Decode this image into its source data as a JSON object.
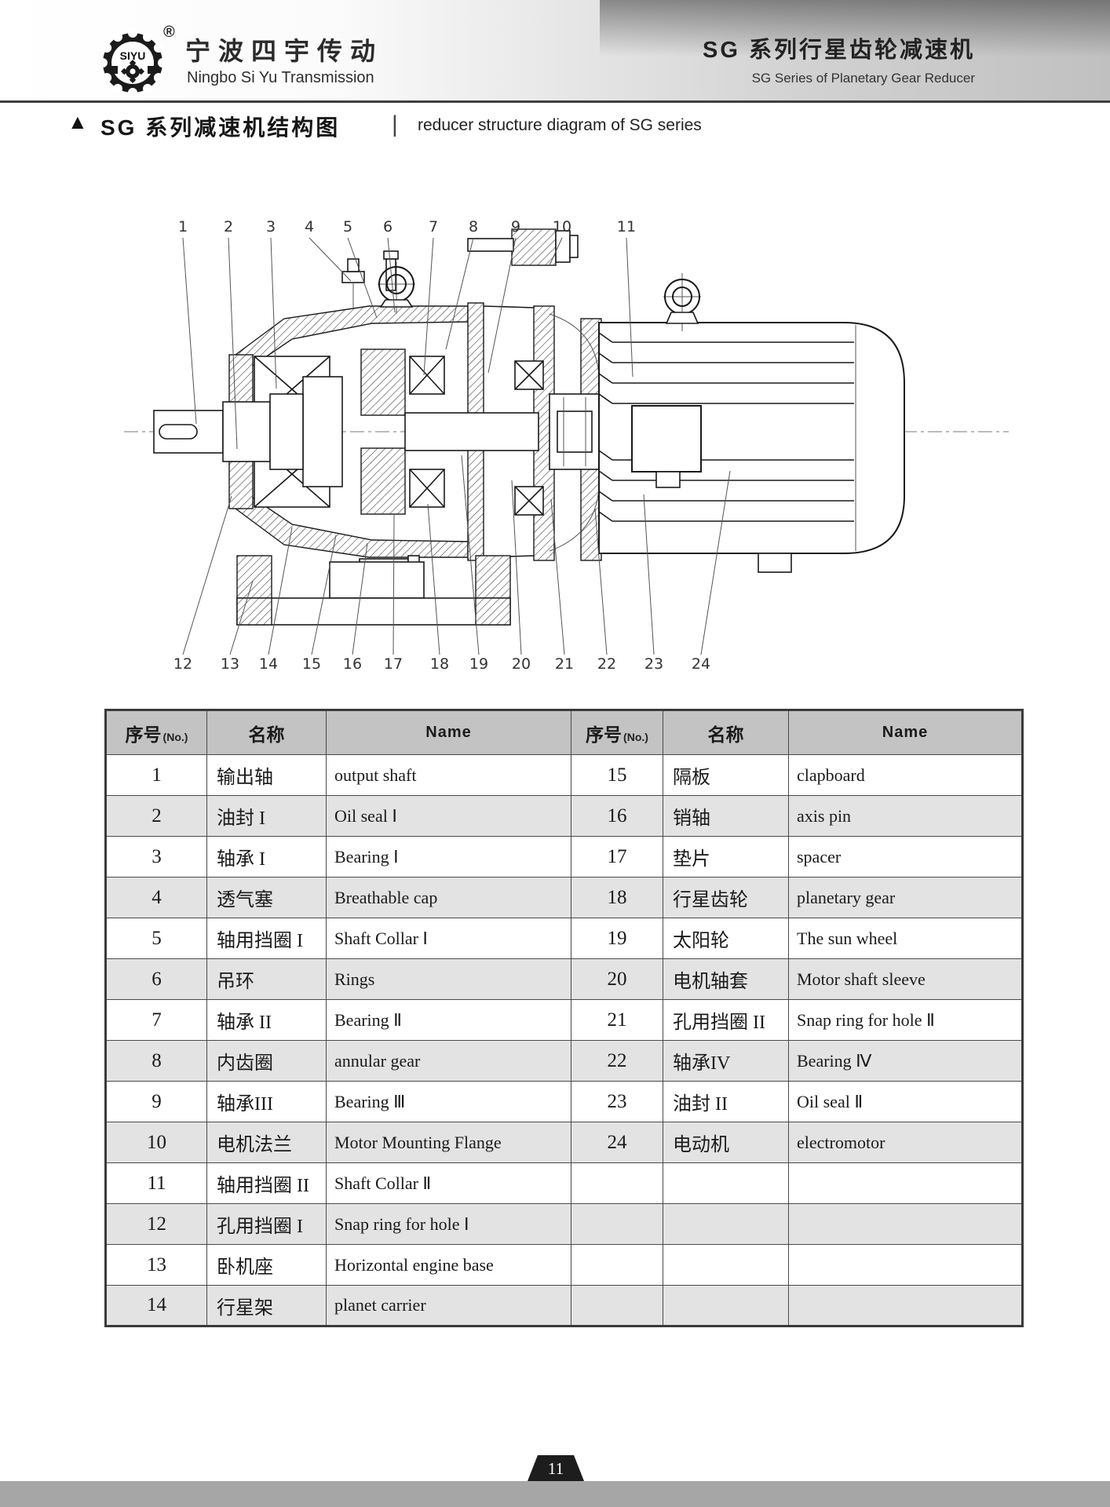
{
  "header": {
    "logo_text": "SIYU",
    "registered_mark": "®",
    "company_cn": "宁波四宇传动",
    "company_en": "Ningbo Si Yu Transmission",
    "product_cn": "SG 系列行星齿轮减速机",
    "product_en": "SG Series of Planetary Gear Reducer"
  },
  "section": {
    "marker": "▲",
    "title_cn": "SG 系列减速机结构图",
    "divider": "|",
    "title_en": "reducer structure diagram of SG series"
  },
  "diagram": {
    "callouts_top": [
      "1",
      "2",
      "3",
      "4",
      "5",
      "6",
      "7",
      "8",
      "9",
      "10",
      "11"
    ],
    "callouts_bottom": [
      "12",
      "13",
      "14",
      "15",
      "16",
      "17",
      "18",
      "19",
      "20",
      "21",
      "22",
      "23",
      "24"
    ]
  },
  "table": {
    "header": {
      "no_cn": "序号",
      "no_en": "(No.)",
      "name_cn": "名称",
      "name_en": "Name"
    },
    "left_rows": [
      {
        "no": "1",
        "cn": "输出轴",
        "en": "output shaft"
      },
      {
        "no": "2",
        "cn": "油封 I",
        "en": "Oil seal Ⅰ"
      },
      {
        "no": "3",
        "cn": "轴承 I",
        "en": "Bearing Ⅰ"
      },
      {
        "no": "4",
        "cn": "透气塞",
        "en": "Breathable cap"
      },
      {
        "no": "5",
        "cn": "轴用挡圈 I",
        "en": "Shaft Collar Ⅰ"
      },
      {
        "no": "6",
        "cn": "吊环",
        "en": "Rings"
      },
      {
        "no": "7",
        "cn": "轴承 II",
        "en": "Bearing Ⅱ"
      },
      {
        "no": "8",
        "cn": "内齿圈",
        "en": "annular gear"
      },
      {
        "no": "9",
        "cn": "轴承III",
        "en": "Bearing Ⅲ"
      },
      {
        "no": "10",
        "cn": "电机法兰",
        "en": "Motor Mounting Flange"
      },
      {
        "no": "11",
        "cn": "轴用挡圈 II",
        "en": "Shaft Collar Ⅱ"
      },
      {
        "no": "12",
        "cn": "孔用挡圈 I",
        "en": "Snap ring for hole Ⅰ"
      },
      {
        "no": "13",
        "cn": "卧机座",
        "en": "Horizontal engine base"
      },
      {
        "no": "14",
        "cn": "行星架",
        "en": "planet carrier"
      }
    ],
    "right_rows": [
      {
        "no": "15",
        "cn": "隔板",
        "en": "clapboard"
      },
      {
        "no": "16",
        "cn": "销轴",
        "en": "axis pin"
      },
      {
        "no": "17",
        "cn": "垫片",
        "en": "spacer"
      },
      {
        "no": "18",
        "cn": "行星齿轮",
        "en": "planetary gear"
      },
      {
        "no": "19",
        "cn": "太阳轮",
        "en": "The sun wheel"
      },
      {
        "no": "20",
        "cn": "电机轴套",
        "en": "Motor shaft sleeve"
      },
      {
        "no": "21",
        "cn": "孔用挡圈 II",
        "en": "Snap ring for hole Ⅱ"
      },
      {
        "no": "22",
        "cn": "轴承IV",
        "en": "Bearing Ⅳ"
      },
      {
        "no": "23",
        "cn": "油封 II",
        "en": "Oil seal Ⅱ"
      },
      {
        "no": "24",
        "cn": "电动机",
        "en": "electromotor"
      }
    ]
  },
  "footer": {
    "page_number": "11"
  },
  "colors": {
    "header_band": "#c9c9c9",
    "header_rule": "#3f3f3f",
    "table_header_bg": "#c3c3c3",
    "row_alt_bg": "#e3e3e3",
    "footer_band": "#a6a6a6",
    "page_tab_bg": "#1d1d1d"
  }
}
